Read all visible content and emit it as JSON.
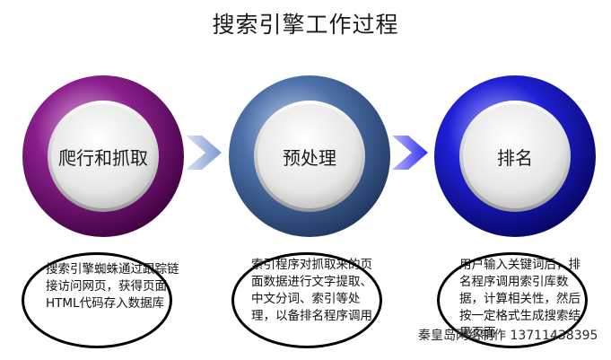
{
  "title": "搜索引擎工作过程",
  "stages": [
    {
      "label": "爬行和抓取",
      "description": "搜索引擎蜘蛛通过跟踪链接访问网页，获得页面HTML代码存入数据库",
      "color": "#6b0f6e"
    },
    {
      "label": "预处理",
      "description": "索引程序对抓取来的页面数据进行文字提取、中文分词、索引等处理，以备排名程序调用",
      "color": "#3b5f95"
    },
    {
      "label": "排名",
      "description": "用户输入关键词后，排名程序调用索引库数据，计算相关性，然后按一定格式生成搜索结果页面",
      "color": "#1414c8"
    }
  ],
  "arrows": [
    {
      "from": "爬行和抓取",
      "to": "预处理"
    },
    {
      "from": "预处理",
      "to": "排名"
    }
  ],
  "watermark": "秦皇岛网络制作 13711438395"
}
